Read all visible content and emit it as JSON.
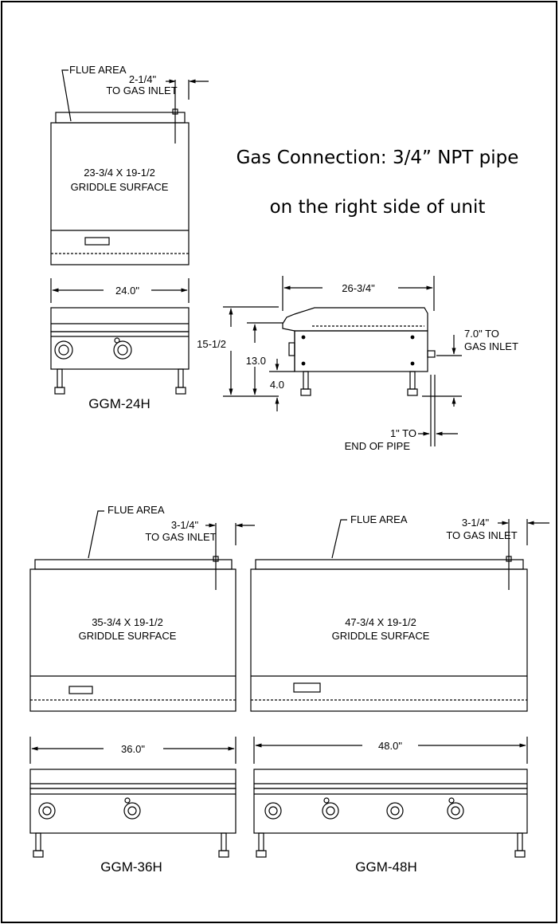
{
  "heading": {
    "line1": "Gas Connection: 3/4” NPT pipe",
    "line2": "on the right side of unit"
  },
  "common_labels": {
    "flue_area": "FLUE AREA",
    "to_gas_inlet": "TO GAS INLET",
    "griddle_surface": "GRIDDLE SURFACE"
  },
  "ggm24": {
    "model": "GGM-24H",
    "inlet_offset": "2-1/4\"",
    "surface_size": "23-3/4 X 19-1/2",
    "width": "24.0\""
  },
  "side_view": {
    "depth": "26-3/4\"",
    "overall_height": "15-1/2",
    "cook_height": "13.0",
    "leg_height": "4.0",
    "inlet_height_line1": "7.0\" TO",
    "inlet_height_line2": "GAS INLET",
    "pipe_end_line1": "1\" TO",
    "pipe_end_line2": "END OF PIPE"
  },
  "ggm36": {
    "model": "GGM-36H",
    "inlet_offset": "3-1/4\"",
    "surface_size": "35-3/4 X 19-1/2",
    "width": "36.0\""
  },
  "ggm48": {
    "model": "GGM-48H",
    "inlet_offset": "3-1/4\"",
    "surface_size": "47-3/4 X 19-1/2",
    "width": "48.0\""
  }
}
